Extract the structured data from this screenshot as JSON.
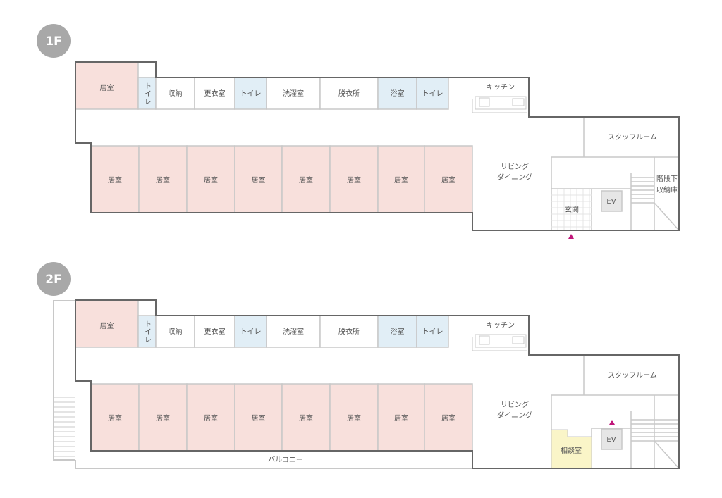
{
  "colors": {
    "resident": "#f8e0dc",
    "toilet": "#e1eef6",
    "consult": "#faf5c8",
    "ev": "#e6e6e6",
    "wall": "#666666",
    "line": "#c8c8c8",
    "entrance": "#c0177a",
    "badge": "#a8a8a8"
  },
  "floors": [
    {
      "badge": "1F",
      "top_rooms": [
        "居室",
        "トイレ",
        "収納",
        "更衣室",
        "トイレ",
        "洗濯室",
        "脱衣所",
        "浴室",
        "トイレ"
      ],
      "bottom_rooms": [
        "居室",
        "居室",
        "居室",
        "居室",
        "居室",
        "居室",
        "居室",
        "居室"
      ],
      "kitchen": "キッチン",
      "staff": "スタッフルーム",
      "living_1": "リビング",
      "living_2": "ダイニング",
      "ev": "EV",
      "entrance": "玄関",
      "storage_1": "階段下",
      "storage_2": "収納庫"
    },
    {
      "badge": "2F",
      "top_rooms": [
        "居室",
        "トイレ",
        "収納",
        "更衣室",
        "トイレ",
        "洗濯室",
        "脱衣所",
        "浴室",
        "トイレ"
      ],
      "bottom_rooms": [
        "居室",
        "居室",
        "居室",
        "居室",
        "居室",
        "居室",
        "居室",
        "居室"
      ],
      "kitchen": "キッチン",
      "staff": "スタッフルーム",
      "living_1": "リビング",
      "living_2": "ダイニング",
      "ev": "EV",
      "consult": "相談室",
      "balcony": "バルコニー"
    }
  ]
}
